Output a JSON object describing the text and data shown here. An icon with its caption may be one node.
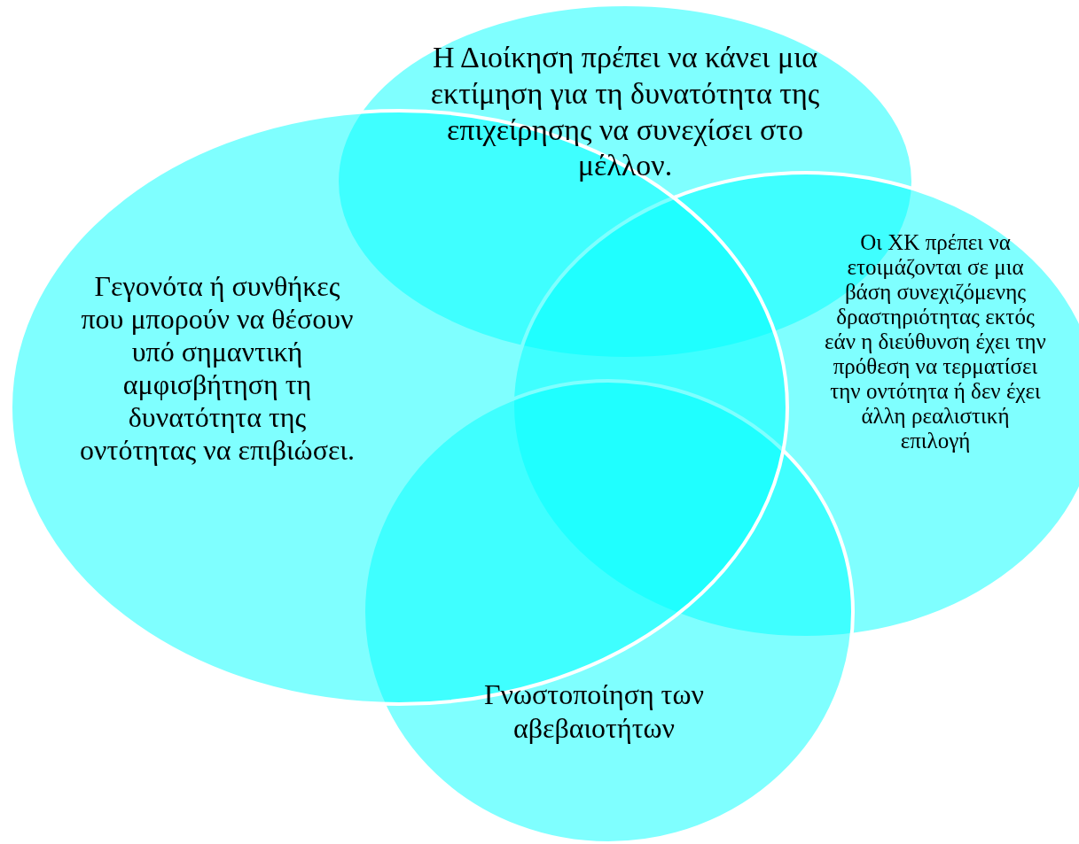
{
  "diagram": {
    "nodes": [
      {
        "text": [
          "Η Διοίκηση πρέπει να κάνει μια εκτίμηση για τη δυνατότητα της επιχείρησης να συνεχίσει στο μέλλον."
        ]
      },
      {
        "text": [
          "Οι ΧΚ πρέπει να ετοιμάζονται σε μια βάση συνεχιζόμενης δραστηριότητας εκτός εάν η διεύθυνση έχει την πρόθεση να τερματίσει την οντότητα ή δεν έχει άλλη ρεαλιστική επιλογή"
        ]
      },
      {
        "text": [
          "Γνωστοποίηση των αβεβαιοτήτων"
        ]
      },
      {
        "text": [
          "Γεγονότα ή συνθήκες που μπορούν να θέσουν υπό σημαντική αμφισβήτηση τη δυνατότητα της οντότητας να επιβιώσει."
        ]
      }
    ]
  }
}
